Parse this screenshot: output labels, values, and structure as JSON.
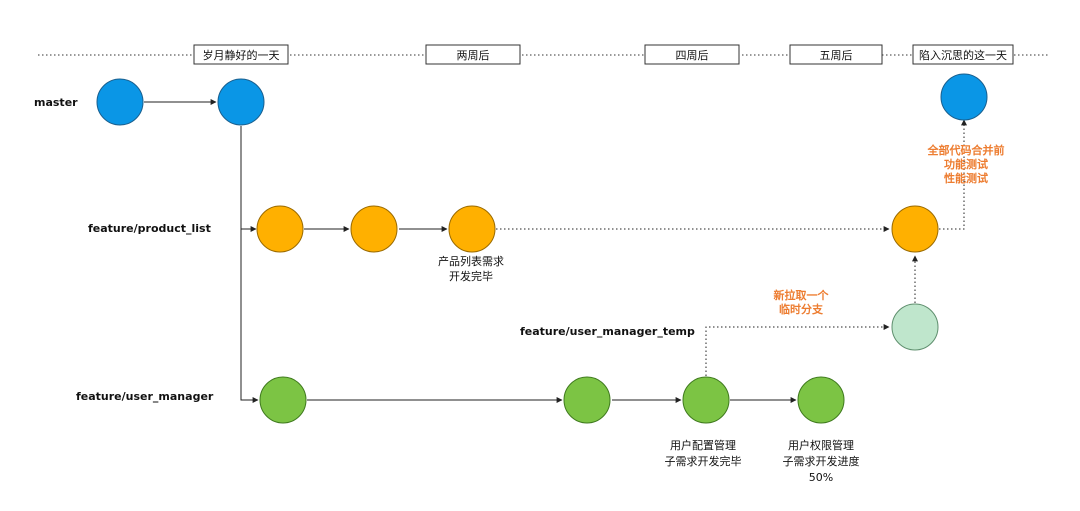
{
  "timeline": {
    "labels": [
      "岁月静好的一天",
      "两周后",
      "四周后",
      "五周后",
      "陷入沉思的这一天"
    ]
  },
  "branches": {
    "master": "master",
    "product_list": "feature/product_list",
    "user_manager_temp": "feature/user_manager_temp",
    "user_manager": "feature/user_manager"
  },
  "notes": {
    "product_done": [
      "产品列表需求",
      "开发完毕"
    ],
    "config_done": [
      "用户配置管理",
      "子需求开发完毕"
    ],
    "permission_progress": [
      "用户权限管理",
      "子需求开发进度",
      "50%"
    ]
  },
  "annotations": {
    "merge_all": [
      "全部代码合并前",
      "功能测试",
      "性能测试"
    ],
    "new_temp": [
      "新拉取一个",
      "临时分支"
    ]
  },
  "colors": {
    "master": "#0a96e6",
    "product_list": "#ffb000",
    "user_manager": "#7cc444",
    "temp": "#bfe6cc",
    "annotation": "#ed7d31"
  }
}
